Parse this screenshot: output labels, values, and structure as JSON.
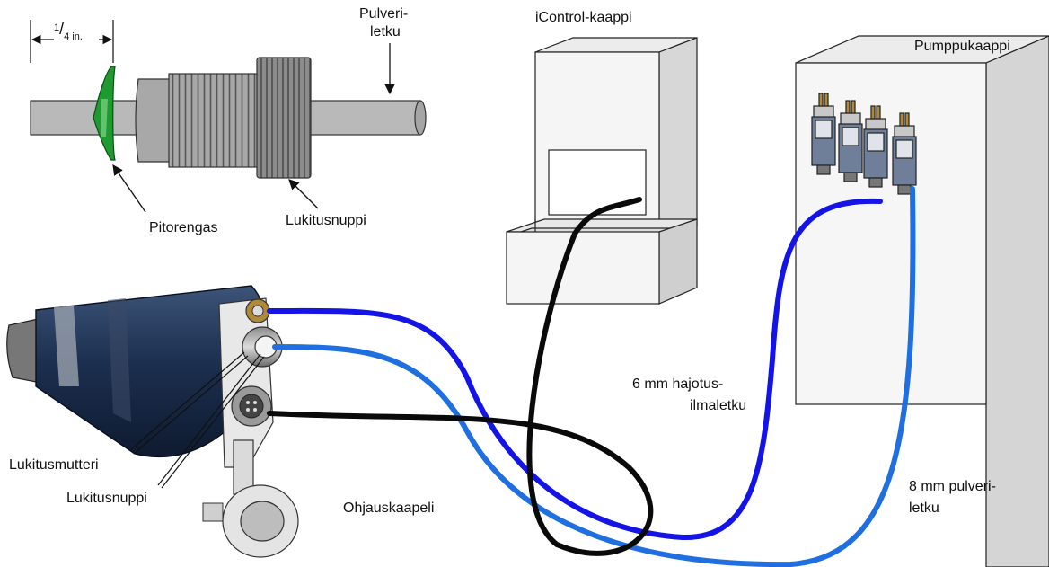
{
  "labels": {
    "dimension": "1/4 in.",
    "dimension_num": "1",
    "dimension_rest": "4 in.",
    "powder_hose_top_line1": "Pulveri-",
    "powder_hose_top_line2": "letku",
    "seal_ring": "Pitorengas",
    "locking_knob_top": "Lukitusnuppi",
    "icontrol_cabinet": "iControl-kaappi",
    "pump_cabinet": "Pumppukaappi",
    "atomizing_hose_line1": "6 mm hajotus-",
    "atomizing_hose_line2": "ilmaletku",
    "powder_hose_8mm_line1": "8 mm pulveri-",
    "powder_hose_8mm_line2": "letku",
    "control_cable": "Ohjauskaapeli",
    "lock_nut": "Lukitusmutteri",
    "locking_knob_gun": "Lukitusnuppi"
  },
  "colors": {
    "atomizing_hose": "#1414e6",
    "powder_hose": "#1f6fe0",
    "control_cable": "#0a0a0a",
    "seal_ring": "#1e9a2e",
    "gun_body": "#1c2f4f"
  }
}
